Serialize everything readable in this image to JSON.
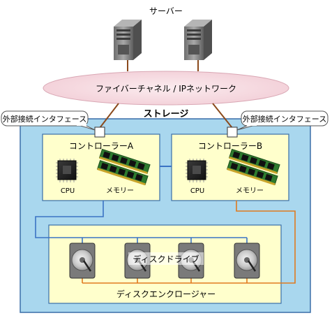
{
  "servers": {
    "label": "サーバー"
  },
  "network": {
    "label": "ファイバーチャネル / IPネットワーク"
  },
  "storage": {
    "label": "ストレージ"
  },
  "external_port": {
    "label": "外部接続インタフェース"
  },
  "controllers": [
    {
      "title": "コントローラーA",
      "cpu_label": "CPU",
      "memory_label": "メモリー"
    },
    {
      "title": "コントローラーB",
      "cpu_label": "CPU",
      "memory_label": "メモリー"
    }
  ],
  "disks": {
    "label": "ディスクドライブ"
  },
  "enclosure": {
    "label": "ディスクエンクロージャー"
  },
  "colors": {
    "storage_fill": "#a9d7ee",
    "panel_fill": "#ffffcc",
    "link_brown": "#8b4a1c",
    "link_blue": "#3a73c4",
    "link_orange": "#e07a1f",
    "cloud_fill": "#f6dce3",
    "server_gray": "#8a8a8a"
  }
}
